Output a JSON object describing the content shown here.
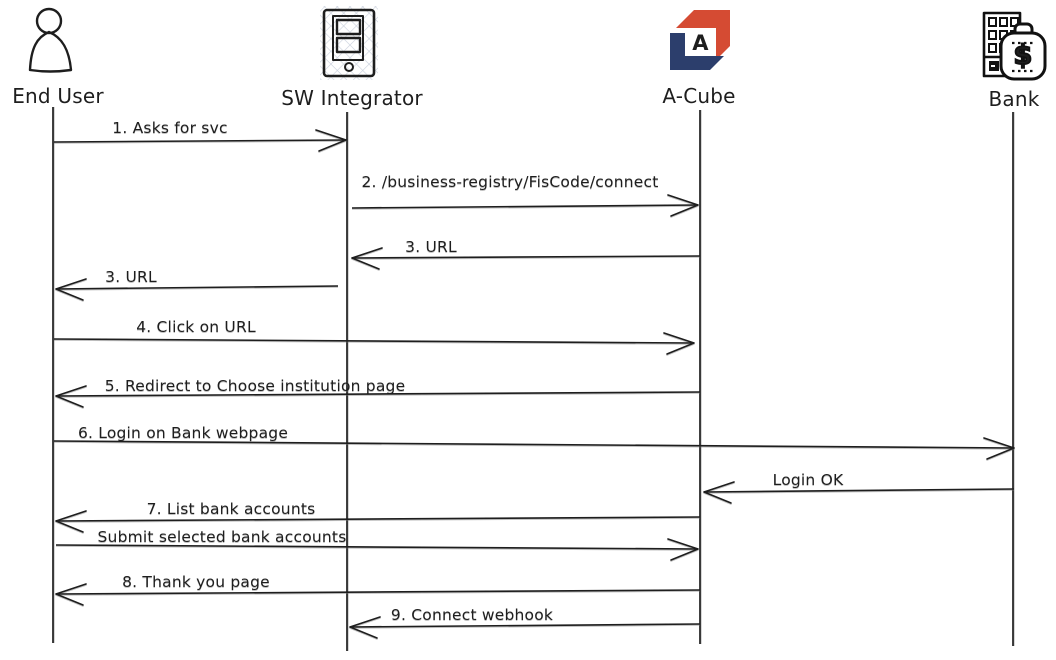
{
  "diagram": {
    "type": "sequence-diagram",
    "actors": [
      {
        "name": "End User",
        "icon": "person-icon"
      },
      {
        "name": "SW Integrator",
        "icon": "smartphone-icon"
      },
      {
        "name": "A-Cube",
        "icon": "a-cube-logo"
      },
      {
        "name": "Bank",
        "icon": "bank-icon"
      }
    ],
    "logo": {
      "letter": "A",
      "currency_symbol": "$"
    },
    "messages": [
      {
        "label": "1. Asks for svc",
        "from": "End User",
        "to": "SW Integrator"
      },
      {
        "label": "2. /business-registry/FisCode/connect",
        "from": "SW Integrator",
        "to": "A-Cube"
      },
      {
        "label": "3. URL",
        "from": "A-Cube",
        "to": "SW Integrator"
      },
      {
        "label": "3. URL",
        "from": "SW Integrator",
        "to": "End User"
      },
      {
        "label": "4. Click on URL",
        "from": "End User",
        "to": "A-Cube"
      },
      {
        "label": "5. Redirect to Choose institution page",
        "from": "A-Cube",
        "to": "End User"
      },
      {
        "label": "6. Login on Bank webpage",
        "from": "End User",
        "to": "Bank"
      },
      {
        "label": "Login OK",
        "from": "Bank",
        "to": "A-Cube"
      },
      {
        "label": "7. List bank accounts",
        "from": "A-Cube",
        "to": "End User"
      },
      {
        "label": "Submit selected bank accounts",
        "from": "End User",
        "to": "A-Cube"
      },
      {
        "label": "8. Thank you page",
        "from": "A-Cube",
        "to": "End User"
      },
      {
        "label": "9. Connect webhook",
        "from": "A-Cube",
        "to": "SW Integrator"
      }
    ],
    "colors": {
      "stroke": "#1e1e1e",
      "acube_red": "#d54b33",
      "acube_navy": "#2c3e6c",
      "hatch_gray": "#c9d0dc",
      "hatch_blue": "#7d90da",
      "background": "#ffffff"
    }
  }
}
